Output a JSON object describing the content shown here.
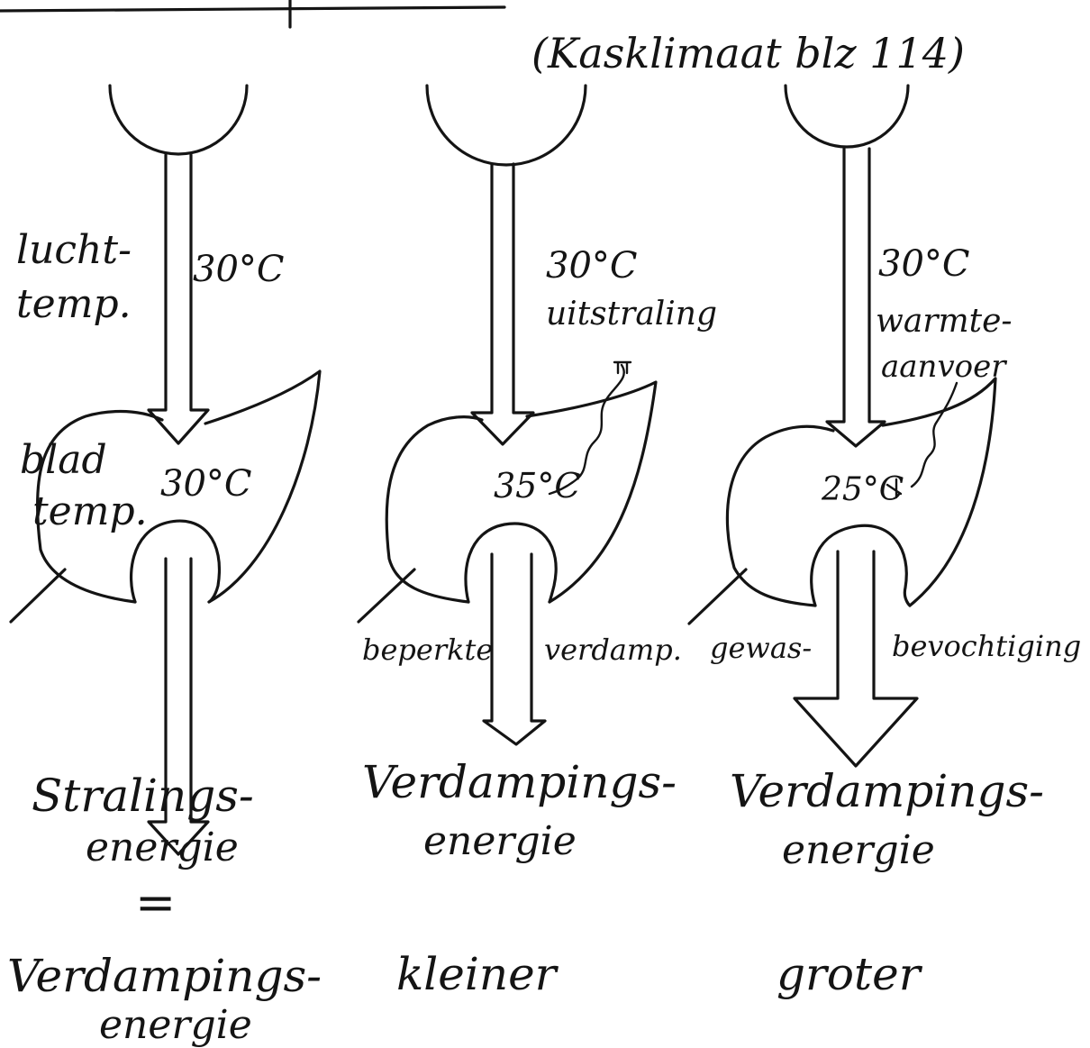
{
  "reference": "(Kasklimaat blz 114)",
  "labels_left": {
    "lucht_temp_1": "lucht-",
    "lucht_temp_2": "temp.",
    "blad_temp_1": "blad",
    "blad_temp_2": "temp."
  },
  "panels": [
    {
      "air_temp": "30°C",
      "note_1": "",
      "note_2": "",
      "leaf_temp": "30°C",
      "side_left": "",
      "side_right": "",
      "result_1": "Stralings-",
      "result_2": "energie",
      "relation": "=",
      "compare_1": "Verdampings-",
      "compare_2": "energie"
    },
    {
      "air_temp": "30°C",
      "note_1": "uitstraling",
      "note_2": "",
      "leaf_temp": "35°C",
      "side_left": "beperkte",
      "side_right": "verdamp.",
      "result_1": "Verdampings-",
      "result_2": "energie",
      "relation": "",
      "compare_1": "kleiner",
      "compare_2": ""
    },
    {
      "air_temp": "30°C",
      "note_1": "warmte-",
      "note_2": "aanvoer",
      "leaf_temp": "25°C",
      "side_left": "gewas-",
      "side_right": "bevochtiging",
      "result_1": "Verdampings-",
      "result_2": "energie",
      "relation": "",
      "compare_1": "groter",
      "compare_2": ""
    }
  ]
}
